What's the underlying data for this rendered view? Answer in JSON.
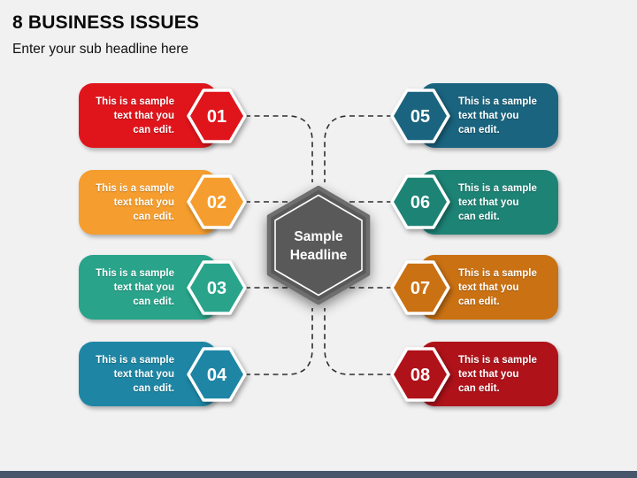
{
  "slide": {
    "title": "8 BUSINESS ISSUES",
    "subtitle": "Enter your sub headline here"
  },
  "center": {
    "label_line1": "Sample",
    "label_line2": "Headline",
    "fill": "#595959",
    "ring": "#6e6e6e"
  },
  "boxes": [
    {
      "number": "01",
      "color": "#e0151c",
      "text_lines": [
        "This is a sample",
        "text that you",
        "can edit."
      ]
    },
    {
      "number": "02",
      "color": "#f59d2e",
      "text_lines": [
        "This is a sample",
        "text that you",
        "can edit."
      ]
    },
    {
      "number": "03",
      "color": "#29a48b",
      "text_lines": [
        "This is a sample",
        "text that you",
        "can edit."
      ]
    },
    {
      "number": "04",
      "color": "#1e86a4",
      "text_lines": [
        "This is a sample",
        "text that you",
        "can edit."
      ]
    },
    {
      "number": "05",
      "color": "#1a647f",
      "text_lines": [
        "This is a sample",
        "text that you",
        "can edit."
      ]
    },
    {
      "number": "06",
      "color": "#1d8375",
      "text_lines": [
        "This is a sample",
        "text that you",
        "can edit."
      ]
    },
    {
      "number": "07",
      "color": "#ca7113",
      "text_lines": [
        "This is a sample",
        "text that you",
        "can edit."
      ]
    },
    {
      "number": "08",
      "color": "#b0121a",
      "text_lines": [
        "This is a sample",
        "text that you",
        "can edit."
      ]
    }
  ],
  "colors": {
    "background": "#f1f1f2",
    "bottom_bar": "#47566b",
    "connector": "#2e2e2e",
    "box_text": "#ffffff"
  }
}
